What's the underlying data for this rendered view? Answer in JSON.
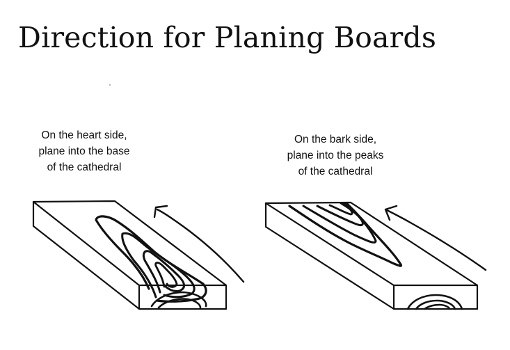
{
  "title": "Direction for Planing Boards",
  "left_panel": {
    "caption_lines": [
      "On the heart side,",
      "plane into the base",
      "of the cathedral"
    ]
  },
  "right_panel": {
    "caption_lines": [
      "On the bark side,",
      "plane into the peaks",
      "of the cathedral"
    ]
  }
}
